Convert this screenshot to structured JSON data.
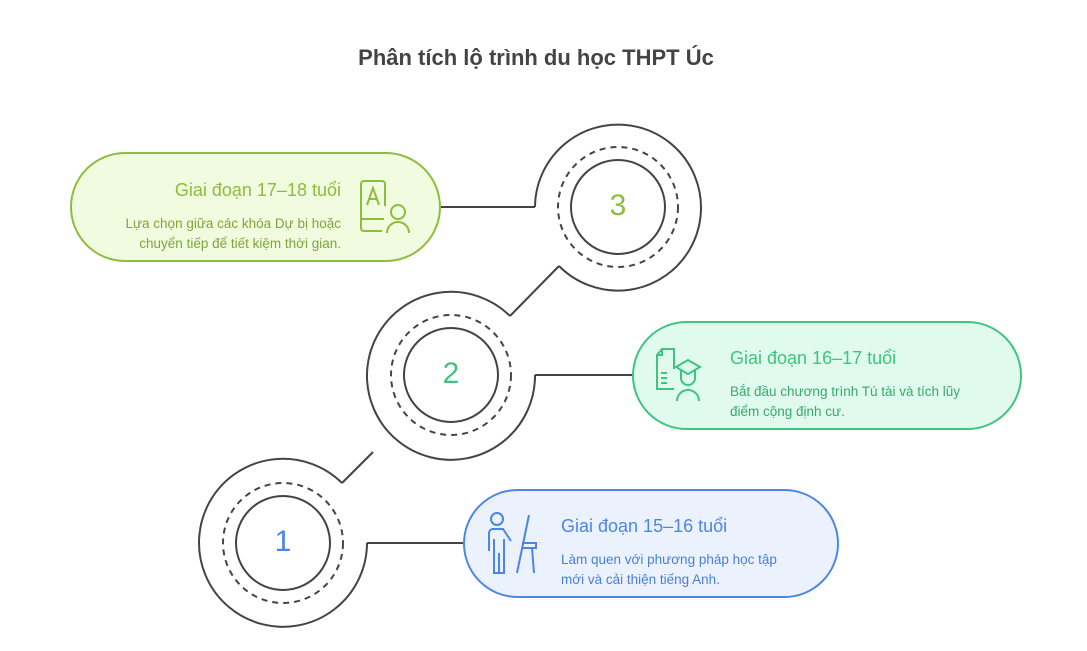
{
  "title": "Phân tích lộ trình du học THPT Úc",
  "colors": {
    "lime": "#8dbd3c",
    "green": "#3ec47e",
    "blue": "#4a86e8"
  },
  "stages": [
    {
      "number": "1",
      "title": "Giai đoạn 15–16 tuổi",
      "description_line1": "Làm quen với phương pháp học tập",
      "description_line2": "mới và cải thiện tiếng Anh.",
      "icon": "teacher-icon"
    },
    {
      "number": "2",
      "title": "Giai đoạn 16–17 tuổi",
      "description_line1": "Bắt đầu chương trình Tú tài và tích lũy",
      "description_line2": "điểm cộng định cư.",
      "icon": "graduate-document-icon"
    },
    {
      "number": "3",
      "title": "Giai đoạn 17–18 tuổi",
      "description_line1": "Lựa chọn giữa các khóa Dự bị hoặc",
      "description_line2": "chuyển tiếp để tiết kiệm thời gian.",
      "icon": "language-learner-icon"
    }
  ]
}
